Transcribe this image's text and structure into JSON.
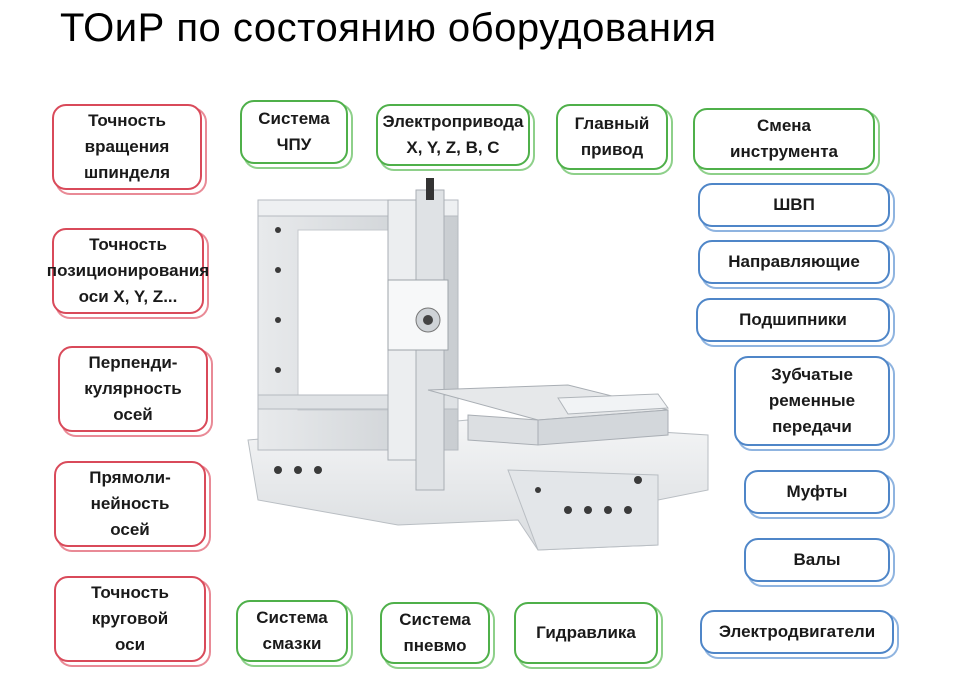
{
  "title": "ТОиР по состоянию оборудования",
  "colors": {
    "red": "#d94a5a",
    "green": "#4fb04a",
    "blue": "#4f86c8"
  },
  "machine_image": "horizontal-machining-center",
  "boxes": {
    "spindle_accuracy": "Точность\nвращения\nшпинделя",
    "positioning_accuracy": "Точность\nпозиционирования\nоси X, Y, Z...",
    "perpendicularity": "Перпенди-\nкулярность\nосей",
    "straightness": "Прямоли-\nнейность\nосей",
    "circular_axis_accuracy": "Точность\nкруговой\nоси",
    "cnc_system": "Система\nЧПУ",
    "electric_drives": "Электропривода\nX, Y, Z, B, C",
    "main_drive": "Главный\nпривод",
    "tool_change": "Смена\nинструмента",
    "ballscrew": "ШВП",
    "guides": "Направляющие",
    "bearings": "Подшипники",
    "belt_drives": "Зубчатые\nременные\nпередачи",
    "couplings": "Муфты",
    "shafts": "Валы",
    "lubrication": "Система\nсмазки",
    "pneumatics": "Система\nпневмо",
    "hydraulics": "Гидравлика",
    "electric_motors": "Электродвигатели"
  }
}
